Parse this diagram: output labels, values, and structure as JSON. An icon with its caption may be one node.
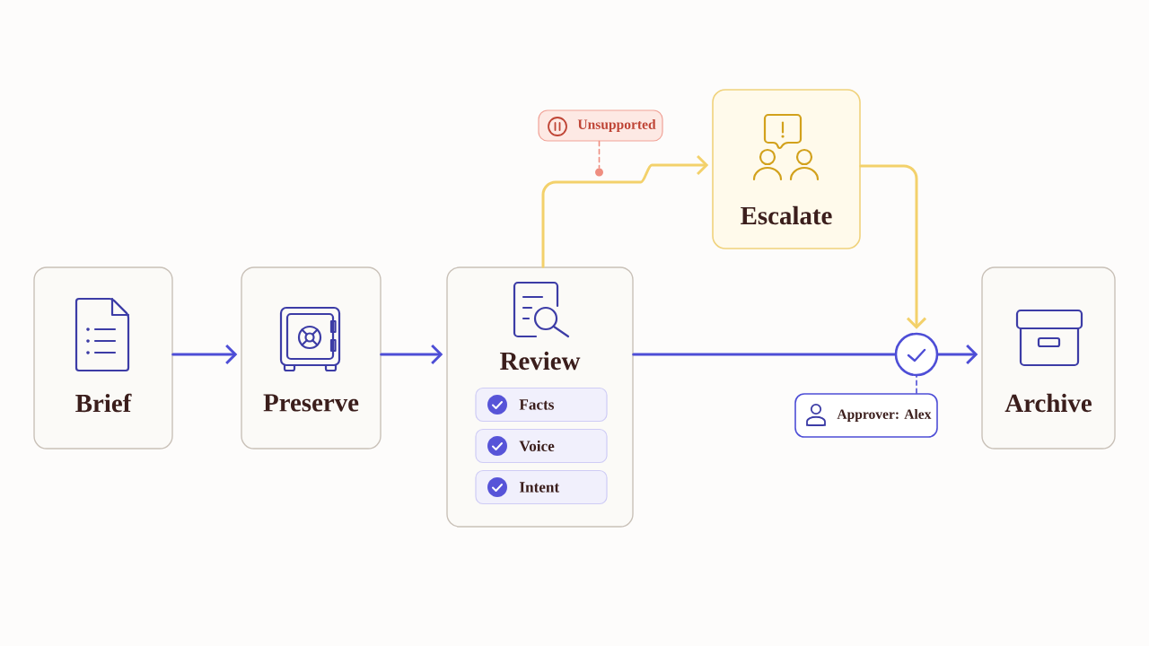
{
  "diagram": {
    "nodes": [
      {
        "text": [
          "Brief"
        ]
      },
      {
        "text": [
          "Preserve"
        ]
      },
      {
        "text": [
          "Review"
        ]
      },
      {
        "text": [
          "Facts"
        ],
        "in": 2
      },
      {
        "text": [
          "Voice"
        ],
        "in": 2
      },
      {
        "text": [
          "Intent"
        ],
        "in": 2
      },
      {
        "text": [
          "Unsupported"
        ]
      },
      {
        "text": [],
        "shape": "circle"
      },
      {
        "text": [
          "Escalate"
        ]
      },
      {
        "text": [],
        "shape": "circle"
      },
      {
        "text": [
          "Approver: Alex"
        ]
      },
      {
        "text": [
          "Archive"
        ]
      }
    ],
    "edges": [
      {
        "from": 0,
        "to": 1,
        "arrow": "to"
      },
      {
        "from": 1,
        "to": 2,
        "arrow": "to"
      },
      {
        "from": 2,
        "to": 9,
        "arrow": "none"
      },
      {
        "from": 9,
        "to": 11,
        "arrow": "to"
      },
      {
        "from": 2,
        "to": 8,
        "arrow": "to",
        "color": "#f3d16b"
      },
      {
        "from": 8,
        "to": 9,
        "arrow": "to",
        "color": "#f3d16b"
      },
      {
        "from": 6,
        "to": 7,
        "arrow": "none",
        "style": "dashed",
        "color": "#ef8e80"
      },
      {
        "from": 10,
        "to": 9,
        "arrow": "none",
        "style": "dashed"
      }
    ]
  }
}
